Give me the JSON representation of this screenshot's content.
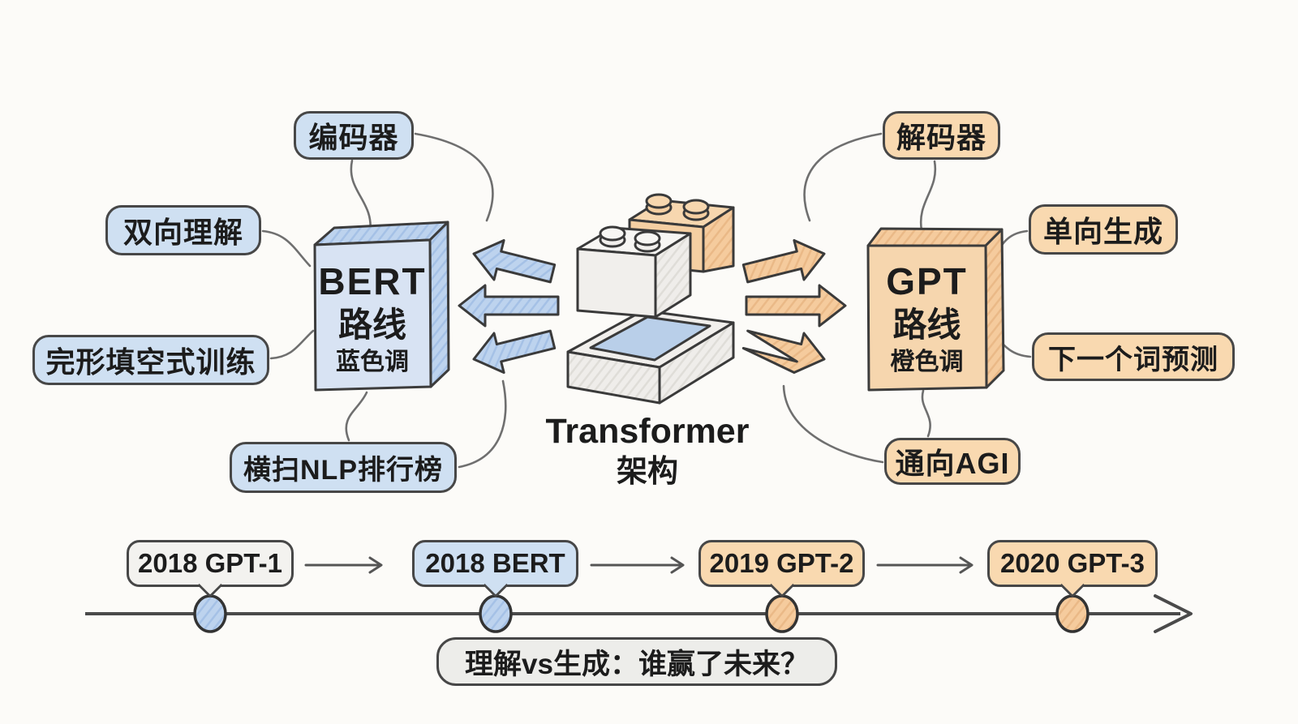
{
  "center": {
    "title_line1": "Transformer",
    "title_line2": "架构"
  },
  "bert": {
    "box": {
      "line1": "BERT",
      "line2": "路线",
      "line3": "蓝色调"
    },
    "bubble_top": "编码器",
    "bubble_upper_left": "双向理解",
    "bubble_lower_left": "完形填空式训练",
    "bubble_bottom": "横扫NLP排行榜",
    "theme_color": "#cfe0f2"
  },
  "gpt": {
    "box": {
      "line1": "GPT",
      "line2": "路线",
      "line3": "橙色调"
    },
    "bubble_top": "解码器",
    "bubble_upper_right": "单向生成",
    "bubble_lower_right": "下一个词预测",
    "bubble_bottom": "通向AGI",
    "theme_color": "#f9d9b0"
  },
  "timeline": {
    "events": [
      {
        "label": "2018 GPT-1",
        "theme": "gray"
      },
      {
        "label": "2018 BERT",
        "theme": "blue"
      },
      {
        "label": "2019 GPT-2",
        "theme": "orange"
      },
      {
        "label": "2020 GPT-3",
        "theme": "orange"
      }
    ],
    "caption": "理解vs生成：谁赢了未来？"
  },
  "colors": {
    "background": "#fcfbf8",
    "blue_fill": "#cfe0f2",
    "blue_arrow": "#bdd3ee",
    "orange_fill": "#f9d9b0",
    "orange_arrow": "#f5cb9d",
    "gray_fill": "#f3f2ef",
    "outline": "#474747",
    "text": "#1c1c1c"
  }
}
